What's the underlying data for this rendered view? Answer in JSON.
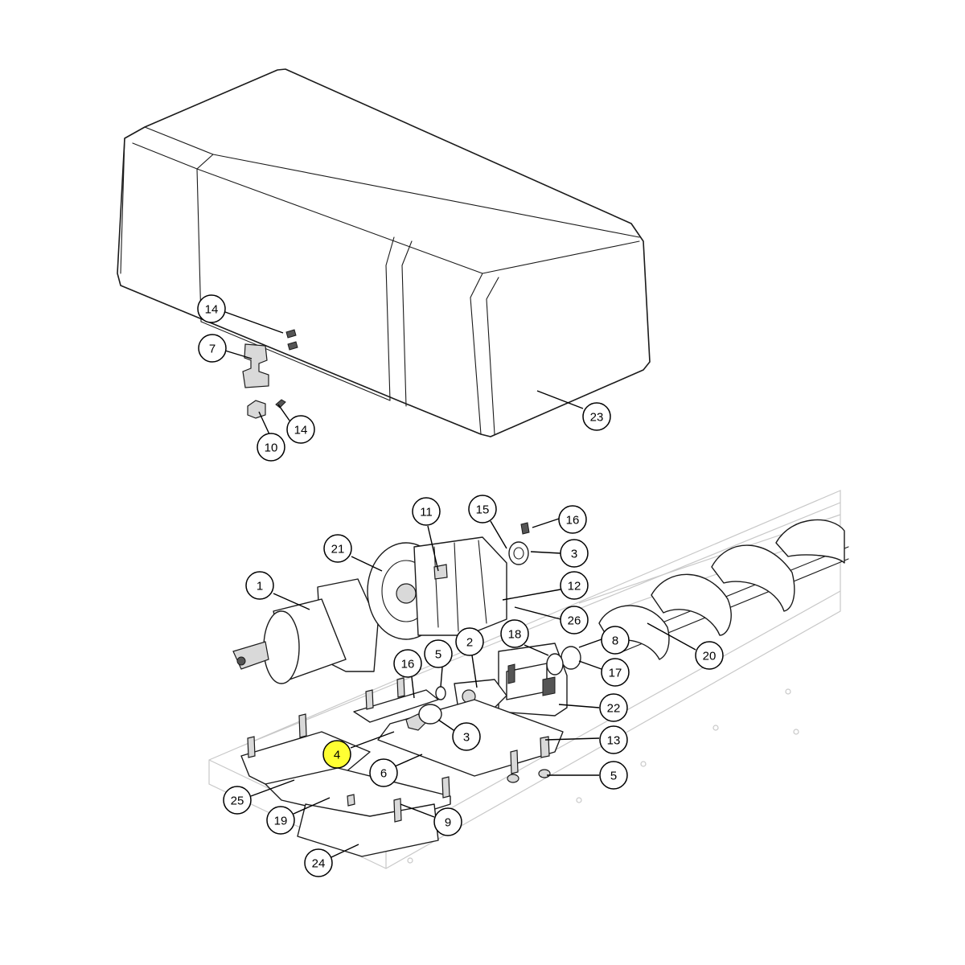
{
  "diagram": {
    "highlighted_callout": "4",
    "highlight_color": "#ffff33",
    "callouts": [
      {
        "id": "c-14a",
        "label": "14"
      },
      {
        "id": "c-7",
        "label": "7"
      },
      {
        "id": "c-14b",
        "label": "14"
      },
      {
        "id": "c-10",
        "label": "10"
      },
      {
        "id": "c-23",
        "label": "23"
      },
      {
        "id": "c-11",
        "label": "11"
      },
      {
        "id": "c-15",
        "label": "15"
      },
      {
        "id": "c-16a",
        "label": "16"
      },
      {
        "id": "c-21",
        "label": "21"
      },
      {
        "id": "c-3a",
        "label": "3"
      },
      {
        "id": "c-1",
        "label": "1"
      },
      {
        "id": "c-12",
        "label": "12"
      },
      {
        "id": "c-26",
        "label": "26"
      },
      {
        "id": "c-18",
        "label": "18"
      },
      {
        "id": "c-8",
        "label": "8"
      },
      {
        "id": "c-5a",
        "label": "5"
      },
      {
        "id": "c-2",
        "label": "2"
      },
      {
        "id": "c-20",
        "label": "20"
      },
      {
        "id": "c-16b",
        "label": "16"
      },
      {
        "id": "c-17",
        "label": "17"
      },
      {
        "id": "c-22",
        "label": "22"
      },
      {
        "id": "c-3b",
        "label": "3"
      },
      {
        "id": "c-13",
        "label": "13"
      },
      {
        "id": "c-4",
        "label": "4"
      },
      {
        "id": "c-6",
        "label": "6"
      },
      {
        "id": "c-5b",
        "label": "5"
      },
      {
        "id": "c-25",
        "label": "25"
      },
      {
        "id": "c-19",
        "label": "19"
      },
      {
        "id": "c-9",
        "label": "9"
      },
      {
        "id": "c-24",
        "label": "24"
      }
    ]
  }
}
